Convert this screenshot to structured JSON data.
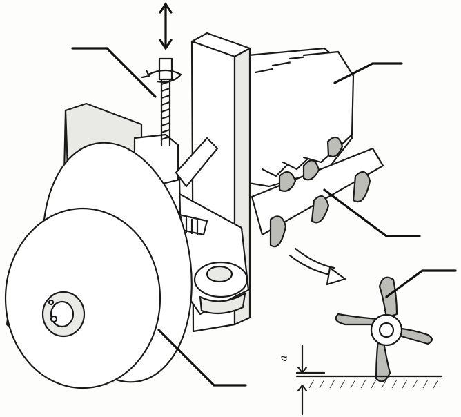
{
  "diagram": {
    "dimension_label": "a",
    "callouts": [
      {
        "id": "screw-adjuster"
      },
      {
        "id": "cutter-blades"
      },
      {
        "id": "blade-shaft"
      },
      {
        "id": "single-blade"
      },
      {
        "id": "support-wheel"
      }
    ],
    "icons": [
      "double-arrow-icon",
      "rotation-arrow-icon",
      "motion-arrow-icon"
    ]
  }
}
